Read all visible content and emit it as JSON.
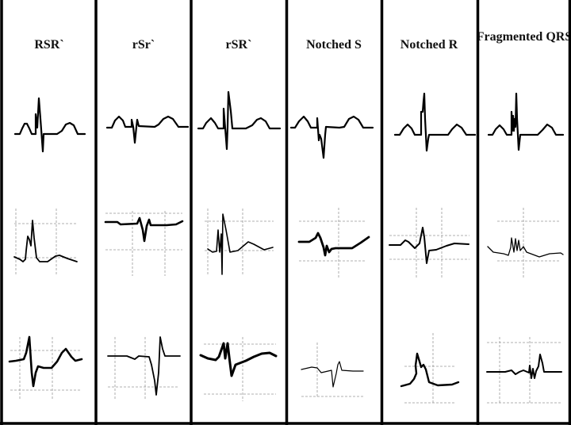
{
  "columns": [
    {
      "title": "RSR`"
    },
    {
      "title": "rSr`"
    },
    {
      "title": "rSR`"
    },
    {
      "title": "Notched S"
    },
    {
      "title": "Notched R"
    },
    {
      "title": "Fragmented QRS"
    }
  ],
  "colors": {
    "border": "#000000",
    "trace": "#000000",
    "grid": "#999999",
    "background": "#ffffff"
  }
}
